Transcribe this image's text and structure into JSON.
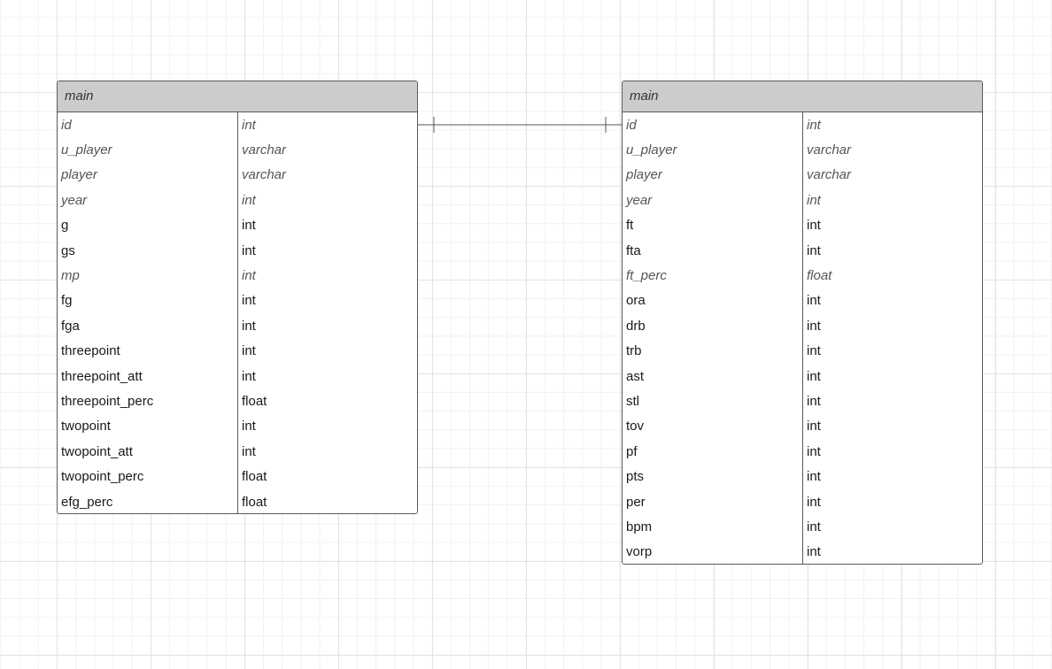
{
  "entities": [
    {
      "title": "main",
      "rows": [
        {
          "name": "id",
          "type": "int",
          "key": true
        },
        {
          "name": "u_player",
          "type": "varchar",
          "key": true
        },
        {
          "name": "player",
          "type": "varchar",
          "key": true
        },
        {
          "name": "year",
          "type": "int",
          "key": true
        },
        {
          "name": "g",
          "type": "int",
          "key": false
        },
        {
          "name": "gs",
          "type": "int",
          "key": false
        },
        {
          "name": "mp",
          "type": "int",
          "key": true
        },
        {
          "name": "fg",
          "type": "int",
          "key": false
        },
        {
          "name": "fga",
          "type": "int",
          "key": false
        },
        {
          "name": "threepoint",
          "type": "int",
          "key": false
        },
        {
          "name": "threepoint_att",
          "type": "int",
          "key": false
        },
        {
          "name": "threepoint_perc",
          "type": "float",
          "key": false
        },
        {
          "name": "twopoint",
          "type": "int",
          "key": false
        },
        {
          "name": "twopoint_att",
          "type": "int",
          "key": false
        },
        {
          "name": "twopoint_perc",
          "type": "float",
          "key": false
        },
        {
          "name": "efg_perc",
          "type": "float",
          "key": false
        }
      ]
    },
    {
      "title": "main",
      "rows": [
        {
          "name": "id",
          "type": "int",
          "key": true
        },
        {
          "name": "u_player",
          "type": "varchar",
          "key": true
        },
        {
          "name": "player",
          "type": "varchar",
          "key": true
        },
        {
          "name": "year",
          "type": "int",
          "key": true
        },
        {
          "name": "ft",
          "type": "int",
          "key": false
        },
        {
          "name": "fta",
          "type": "int",
          "key": false
        },
        {
          "name": "ft_perc",
          "type": "float",
          "key": true
        },
        {
          "name": "ora",
          "type": "int",
          "key": false
        },
        {
          "name": "drb",
          "type": "int",
          "key": false
        },
        {
          "name": "trb",
          "type": "int",
          "key": false
        },
        {
          "name": "ast",
          "type": "int",
          "key": false
        },
        {
          "name": "stl",
          "type": "int",
          "key": false
        },
        {
          "name": "tov",
          "type": "int",
          "key": false
        },
        {
          "name": "pf",
          "type": "int",
          "key": false
        },
        {
          "name": "pts",
          "type": "int",
          "key": false
        },
        {
          "name": "per",
          "type": "int",
          "key": false
        },
        {
          "name": "bpm",
          "type": "int",
          "key": false
        },
        {
          "name": "vorp",
          "type": "int",
          "key": false
        }
      ]
    }
  ],
  "relationship": {
    "from_entity": 0,
    "to_entity": 1,
    "field": "id",
    "cardinality": "one-to-one"
  }
}
